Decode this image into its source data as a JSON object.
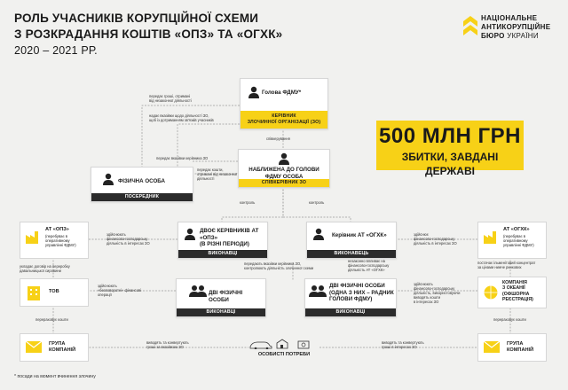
{
  "title": {
    "line1": "РОЛЬ УЧАСНИКІВ КОРУПЦІЙНОЇ СХЕМИ",
    "line2": "З РОЗКРАДАННЯ КОШТІВ «ОПЗ» ТА «ОГХК»",
    "years": "2020 – 2021 РР."
  },
  "logo": {
    "line1": "НАЦІОНАЛЬНЕ",
    "line2": "АНТИКОРУПЦІЙНЕ",
    "line3": "БЮРО",
    "line3b": "УКРАЇНИ"
  },
  "highlight": {
    "amount": "500 МЛН ГРН",
    "caption": "ЗБИТКИ, ЗАВДАНІ ДЕРЖАВІ"
  },
  "nodes": {
    "head": {
      "name": "Голова ФДМУ*",
      "role": "КЕРІВНИК\nЗЛОЧИННОЇ ОРГАНІЗАЦІЇ (ЗО)"
    },
    "close": {
      "name": "НАБЛИЖЕНА ДО ГОЛОВИ ФДМУ ОСОБА",
      "role": "СПІВКЕРІВНИК ЗО"
    },
    "individual": {
      "name": "ФІЗИЧНА ОСОБА",
      "role": "ПОСЕРЕДНИК"
    },
    "two_heads_opz": {
      "name": "ДВОЄ КЕРІВНИКІВ АТ «ОПЗ»\n(В РІЗНІ ПЕРІОДИ)",
      "role": "ВИКОНАВЦІ"
    },
    "head_oghk": {
      "name": "Керівник АТ «ОГХК»",
      "role": "ВИКОНАВЕЦЬ"
    },
    "two_individuals_left": {
      "name": "ДВІ ФІЗИЧНІ ОСОБИ",
      "role": "ВИКОНАВЦІ"
    },
    "two_individuals_right": {
      "name": "ДВІ ФІЗИЧНІ ОСОБИ\n(ОДНА З НИХ – РАДНИК\nГОЛОВИ ФДМУ)",
      "role": "ВИКОНАВЦІ"
    }
  },
  "entities": {
    "opz": {
      "name": "АТ «ОПЗ»",
      "desc": "(перебуває в\nоперативному\nуправлінні ФДМУ)"
    },
    "tov": {
      "name": "ТОВ",
      "desc": ""
    },
    "group_left": {
      "name": "ГРУПА\nКОМПАНІЙ",
      "desc": ""
    },
    "oghk": {
      "name": "АТ «ОГХК»",
      "desc": "(перебуває в\nоперативному\nуправлінні ФДМУ)"
    },
    "company": {
      "name": "КОМПАНІЯ\nЗ ОКЕАНІЇ\n(ОФШОРНА\nРЕЄСТРАЦІЯ)",
      "desc": ""
    },
    "group_right": {
      "name": "ГРУПА\nКОМПАНІЙ",
      "desc": ""
    }
  },
  "personal_needs": "ОСОБИСТІ ПОТРЕБИ",
  "labels": {
    "l1": "передає гроші, отримані\nвід незаконної діяльності",
    "l2": "надає вказівки щодо діяльності ЗО,\nщоб із дотриманням зв'язків учасників",
    "l3": "співкерування",
    "l4": "передає вказівки керівника ЗО",
    "l5": "передає кошти,\nотримані від незаконної\nдіяльності",
    "l6": "контроль",
    "l7": "контроль",
    "l8": "здійснюють\nфінансово-господарську\nдіяльність в інтересах ЗО",
    "l9": "укладає договір на переробку\nдавальницької сировини",
    "l10": "здійснюють\n«безповоротні» фінансові\nоперації",
    "l11": "перераховує кошти",
    "l12": "виводять та конвертують\nгроші за вказівкою ЗО",
    "l13": "виводять та конвертують\nгроші в інтересах ЗО",
    "l14": "передають вказівки керівника ЗО,\nконтролюють діяльність злочинної схеми",
    "l15": "здійснює\nфінансово-господарську\nдіяльність в інтересах ЗО",
    "l16": "незаконно впливає на\nфінансово-господарську\nдіяльність АТ «ОГХК»",
    "l17": "постачає ільменітовий концентрат\nза цінами нижче ринкових",
    "l18": "здійснюють\nфінансово-господарську\nдіяльність, використовуючи\nвиводять кошти\nв інтересах ЗО",
    "l19": "перераховує кошти"
  },
  "footnote": "* посади на момент вчинення злочину"
}
